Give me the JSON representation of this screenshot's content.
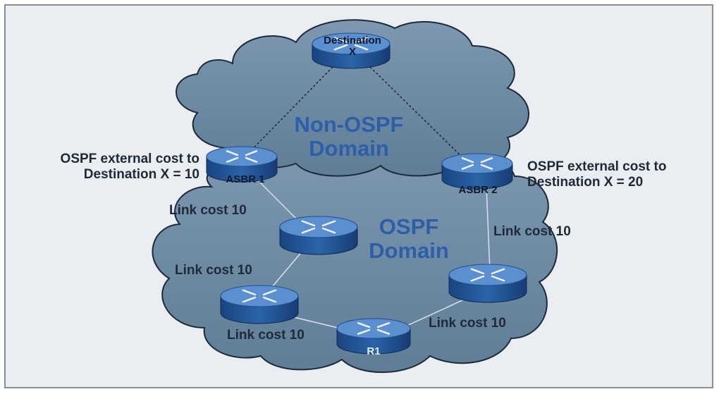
{
  "domains": {
    "non_ospf": "Non-OSPF\nDomain",
    "ospf": "OSPF\nDomain"
  },
  "routers": {
    "destination": "Destination\nX",
    "asbr1": "ASBR 1",
    "asbr2": "ASBR 2",
    "r1": "R1"
  },
  "annotations": {
    "asbr1_cost": "OSPF external cost to\nDestination X = 10",
    "asbr2_cost": "OSPF external cost to\nDestination X = 20"
  },
  "links": {
    "asbr1_mid": "Link cost 10",
    "mid_left": "Link cost 10",
    "left_r1": "Link cost 10",
    "r1_right": "Link cost 10",
    "asbr2_right": "Link cost 10"
  },
  "colors": {
    "cloud_fill": "#6f8ba3",
    "cloud_stroke": "#1c2a3a",
    "router_top": "#4e84c6",
    "router_side": "#1f4f8f",
    "domain_text": "#2d5fa8"
  }
}
